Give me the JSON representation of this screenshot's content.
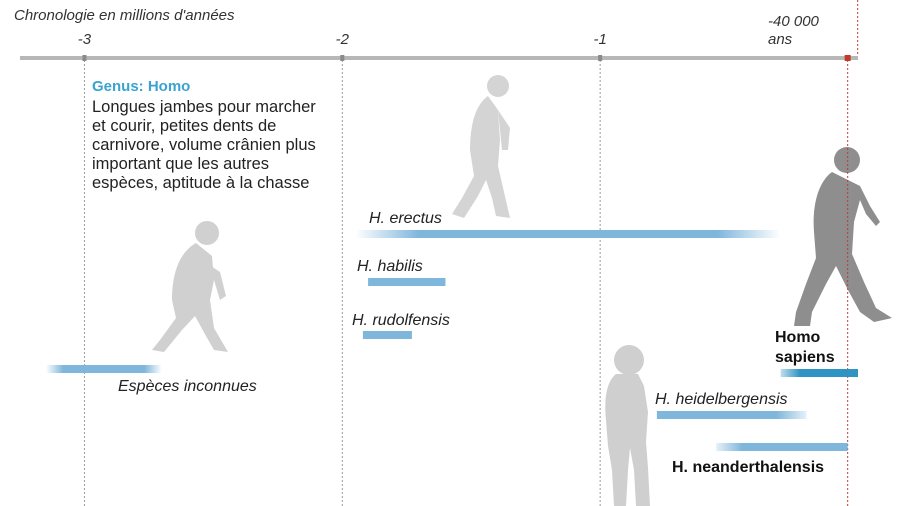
{
  "chart_data": {
    "type": "timeline",
    "axis_title": "Chronologie en millions d'années",
    "xlim": [
      -3.25,
      0.0
    ],
    "ticks": [
      {
        "value": -3,
        "label": "-3"
      },
      {
        "value": -2,
        "label": "-2"
      },
      {
        "value": -1,
        "label": "-1"
      }
    ],
    "marker": {
      "value": -0.04,
      "label_lines": [
        "-40 000",
        "ans"
      ],
      "color": "#c0392b"
    },
    "genus": {
      "title": "Genus: Homo",
      "description_lines": [
        "Longues jambes pour marcher",
        "et courir, petites dents de",
        "carnivore, volume crânien plus",
        "important que les autres",
        "espèces, aptitude à la chasse"
      ]
    },
    "series": [
      {
        "name": "H. erectus",
        "start": -1.95,
        "end": -0.3,
        "fade": "both",
        "label_lines": [
          "H. erectus"
        ],
        "bold": false
      },
      {
        "name": "H. habilis",
        "start": -1.9,
        "end": -1.6,
        "fade": "none",
        "label_lines": [
          "H. habilis"
        ],
        "bold": false
      },
      {
        "name": "H. rudolfensis",
        "start": -1.92,
        "end": -1.73,
        "fade": "none",
        "label_lines": [
          "H. rudolfensis"
        ],
        "bold": false
      },
      {
        "name": "Espèces inconnues",
        "start": -3.15,
        "end": -2.7,
        "fade": "both",
        "label_lines": [
          "Espèces inconnues"
        ],
        "bold": false
      },
      {
        "name": "H. heidelbergensis",
        "start": -0.78,
        "end": -0.2,
        "fade": "right",
        "label_lines": [
          "H. heidelbergensis"
        ],
        "bold": false
      },
      {
        "name": "H. neanderthalensis",
        "start": -0.55,
        "end": -0.04,
        "fade": "left",
        "label_lines": [
          "H. neanderthalensis"
        ],
        "bold": true
      },
      {
        "name": "Homo sapiens",
        "start": -0.3,
        "end": 0.0,
        "fade": "left-strong",
        "label_lines": [
          "Homo",
          "sapiens"
        ],
        "bold": true
      }
    ],
    "colors": {
      "bar": "#7fb6dc",
      "bar_strong": "#2f93c4",
      "axis": "#b7b7b7",
      "gridline": "#9a9a9a",
      "figure_light": "#d0d0d0",
      "figure_dark": "#8e8e8e",
      "genus_title": "#3aa3d1"
    },
    "figures": [
      "hominid-unknown",
      "hominid-erectus",
      "hominid-sapiens",
      "hominid-heidelbergensis"
    ]
  }
}
